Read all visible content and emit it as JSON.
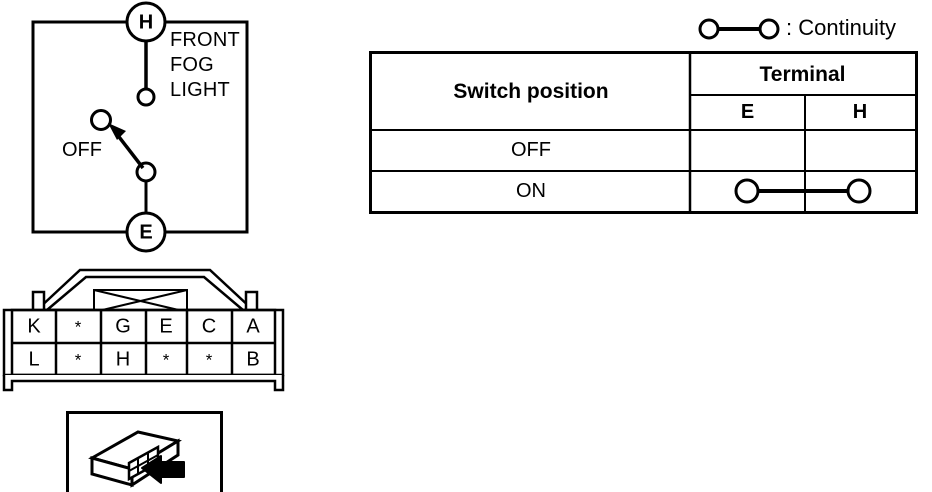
{
  "schematic": {
    "name": "front-fog-light-switch-schematic",
    "terminal_top": "H",
    "terminal_bottom": "E",
    "device_label": "FRONT\nFOG\nLIGHT",
    "device_label_lines": [
      "FRONT",
      "FOG",
      "LIGHT"
    ],
    "position_label": "OFF"
  },
  "legend": {
    "symbol": "continuity-symbol",
    "text": ": Continuity"
  },
  "table": {
    "name": "continuity-table",
    "headers": {
      "switch_position": "Switch position",
      "terminal": "Terminal",
      "terminal_cols": [
        "E",
        "H"
      ]
    },
    "rows": [
      {
        "position": "OFF",
        "continuity": false
      },
      {
        "position": "ON",
        "continuity": true
      }
    ]
  },
  "connector": {
    "name": "connector-pin-layout",
    "rows": [
      [
        "K",
        "*",
        "G",
        "E",
        "C",
        "A"
      ],
      [
        "L",
        "*",
        "H",
        "*",
        "*",
        "B"
      ]
    ]
  },
  "connector_photo": {
    "name": "connector-illustration",
    "description": "connector body with insertion arrow"
  },
  "colors": {
    "line": "#000000",
    "background": "#ffffff"
  }
}
